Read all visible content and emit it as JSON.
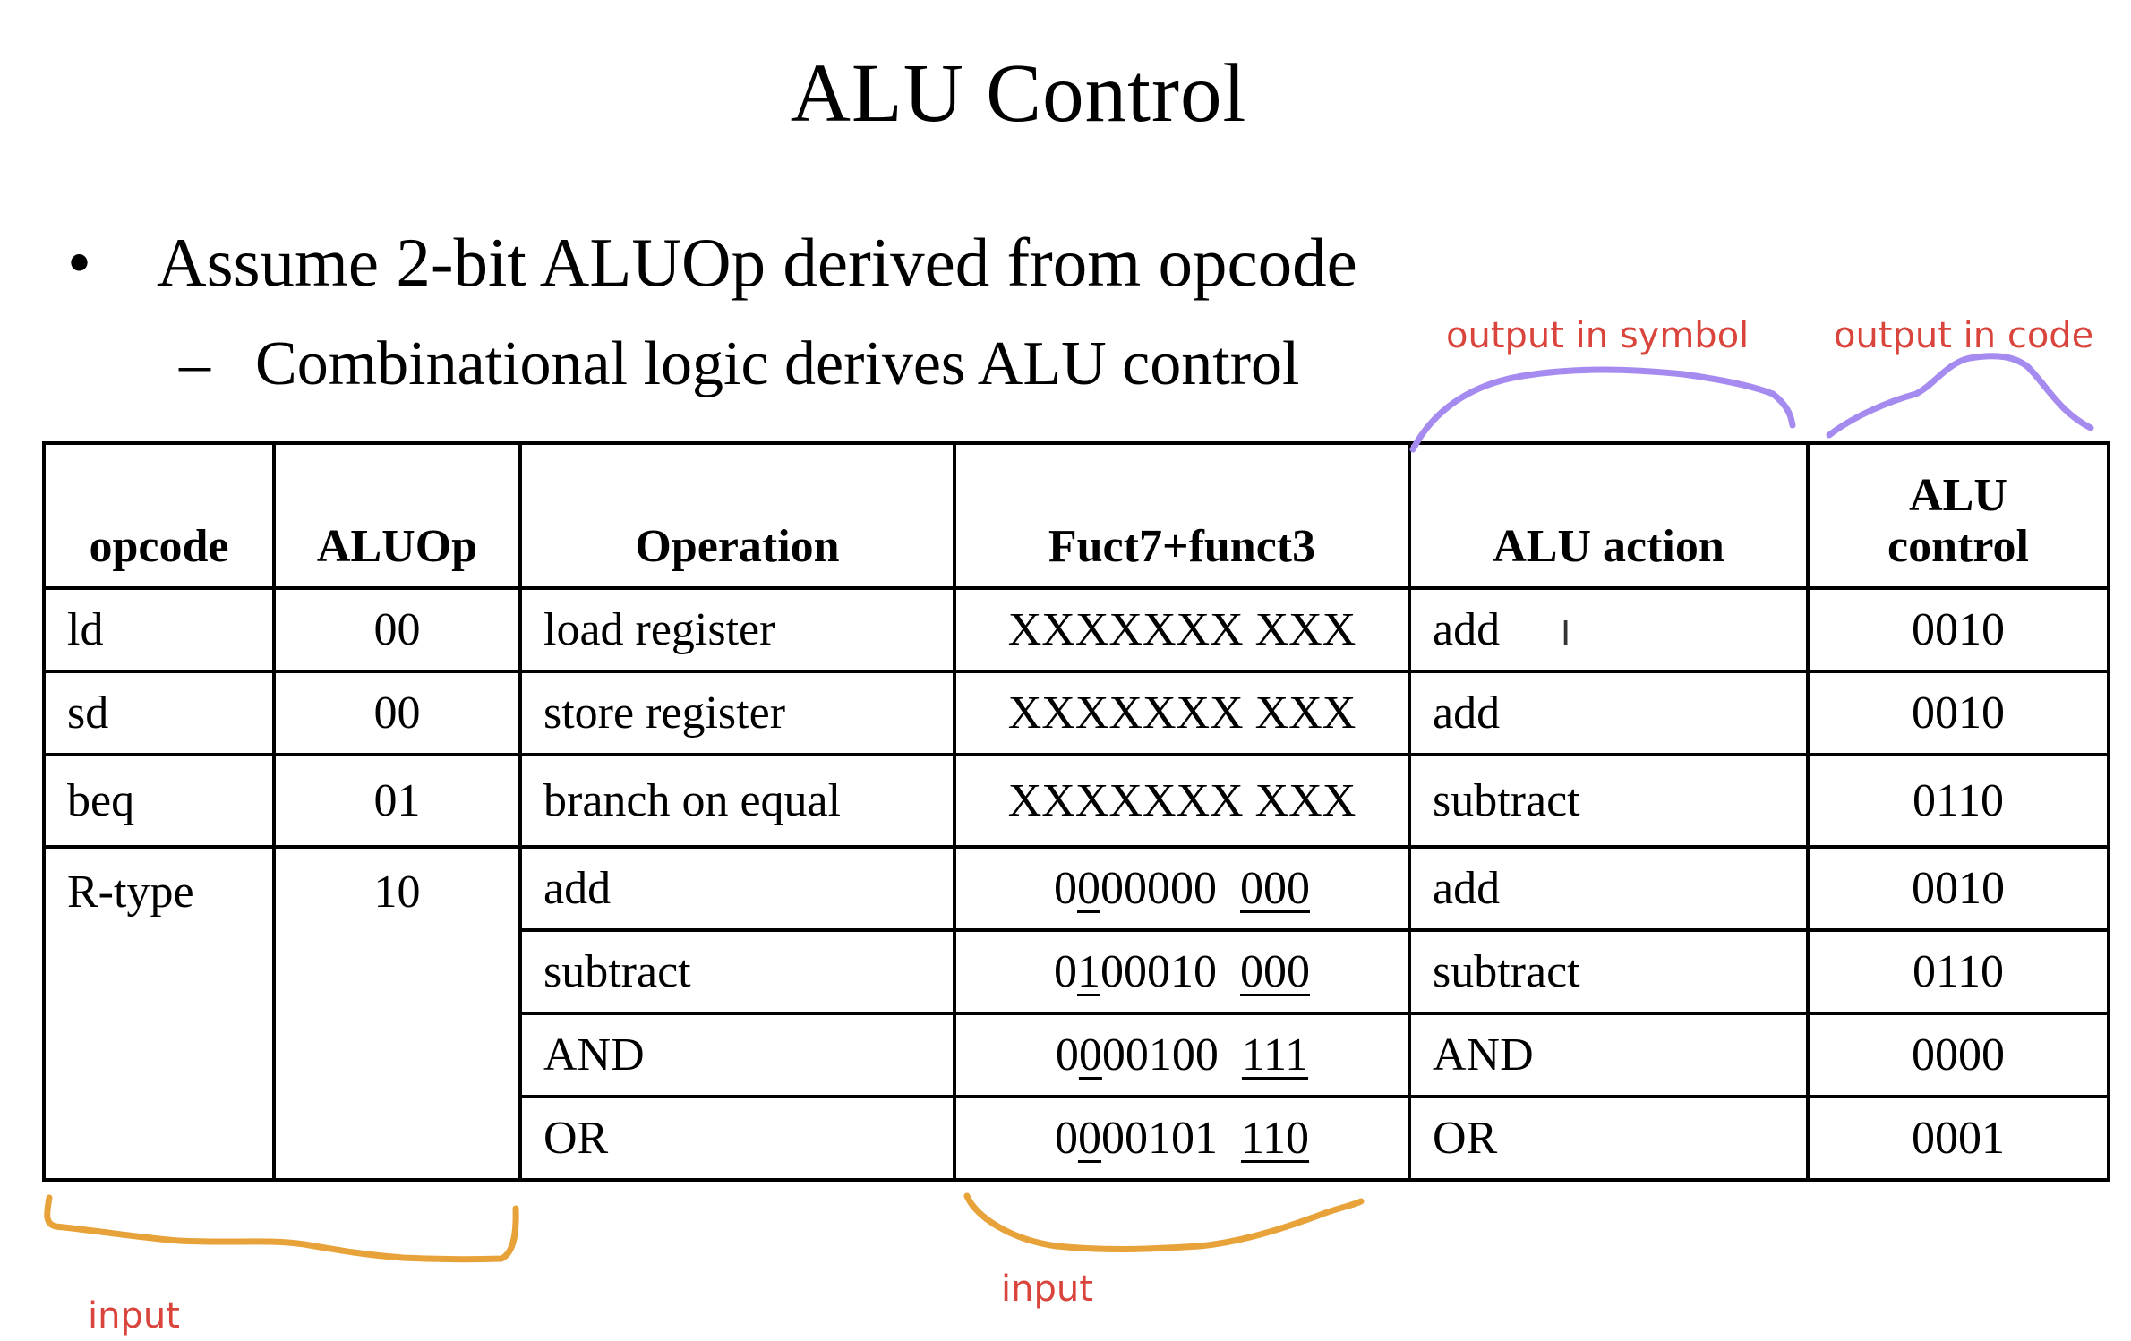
{
  "slide": {
    "title": "ALU Control",
    "bullet": "Assume 2-bit ALUOp derived from opcode",
    "bullet_marker": "•",
    "sub_bullet": "Combinational logic derives ALU control",
    "sub_marker": "–"
  },
  "table": {
    "headers": {
      "opcode": "opcode",
      "aluop": "ALUOp",
      "operation": "Operation",
      "funct": "Fuct7+funct3",
      "alu_action": "ALU action",
      "alu_control_1": "ALU",
      "alu_control_2": "control"
    },
    "rows": [
      {
        "opcode": "ld",
        "aluop": "00",
        "operation": "load register",
        "funct": "XXXXXXX XXX",
        "action": "add",
        "control": "0010"
      },
      {
        "opcode": "sd",
        "aluop": "00",
        "operation": "store register",
        "funct": "XXXXXXX XXX",
        "action": "add",
        "control": "0010"
      },
      {
        "opcode": "beq",
        "aluop": "01",
        "operation": "branch on equal",
        "funct": "XXXXXXX XXX",
        "action": "subtract",
        "control": "0110"
      }
    ],
    "rtype": {
      "opcode": "R-type",
      "aluop": "10",
      "rows": [
        {
          "operation": "add",
          "f7a": "0",
          "f7b": "0",
          "f7c": "00000",
          "f3": "000",
          "action": "add",
          "control": "0010"
        },
        {
          "operation": "subtract",
          "f7a": "0",
          "f7b": "1",
          "f7c": "00010",
          "f3": "000",
          "action": "subtract",
          "control": "0110"
        },
        {
          "operation": "AND",
          "f7a": "0",
          "f7b": "0",
          "f7c": "00100",
          "f3": "111",
          "action": "AND",
          "control": "0000"
        },
        {
          "operation": "OR",
          "f7a": "0",
          "f7b": "0",
          "f7c": "00101",
          "f3": "110",
          "action": "OR",
          "control": "0001"
        }
      ]
    }
  },
  "annotations": {
    "output_symbol": "output in symbol",
    "output_code": "output in code",
    "input_left": "input",
    "input_mid": "input",
    "orange": "#e8a23a",
    "purple": "#a58bf0",
    "red_text": "#d9443c"
  },
  "cursor_glyph": "I"
}
